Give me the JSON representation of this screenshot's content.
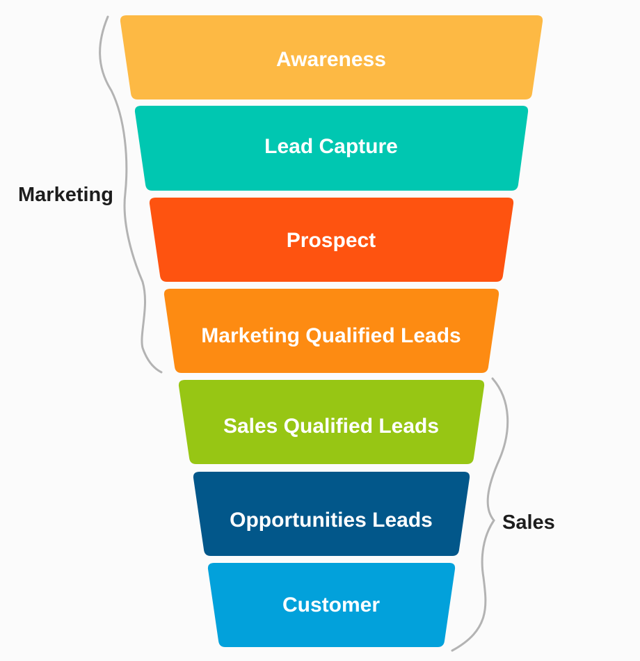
{
  "funnel": {
    "stages": [
      {
        "label": "Awareness",
        "color": "#FDB944"
      },
      {
        "label": "Lead Capture",
        "color": "#00C7B1"
      },
      {
        "label": "Prospect",
        "color": "#FE5310"
      },
      {
        "label": "Marketing Qualified Leads",
        "color": "#FD8B12"
      },
      {
        "label": "Sales Qualified Leads",
        "color": "#97C614"
      },
      {
        "label": "Opportunities Leads",
        "color": "#02578A"
      },
      {
        "label": "Customer",
        "color": "#02A1DB"
      }
    ],
    "groups": [
      {
        "label": "Marketing",
        "bracket_color": "#b3b3b3"
      },
      {
        "label": "Sales",
        "bracket_color": "#b3b3b3"
      }
    ]
  }
}
